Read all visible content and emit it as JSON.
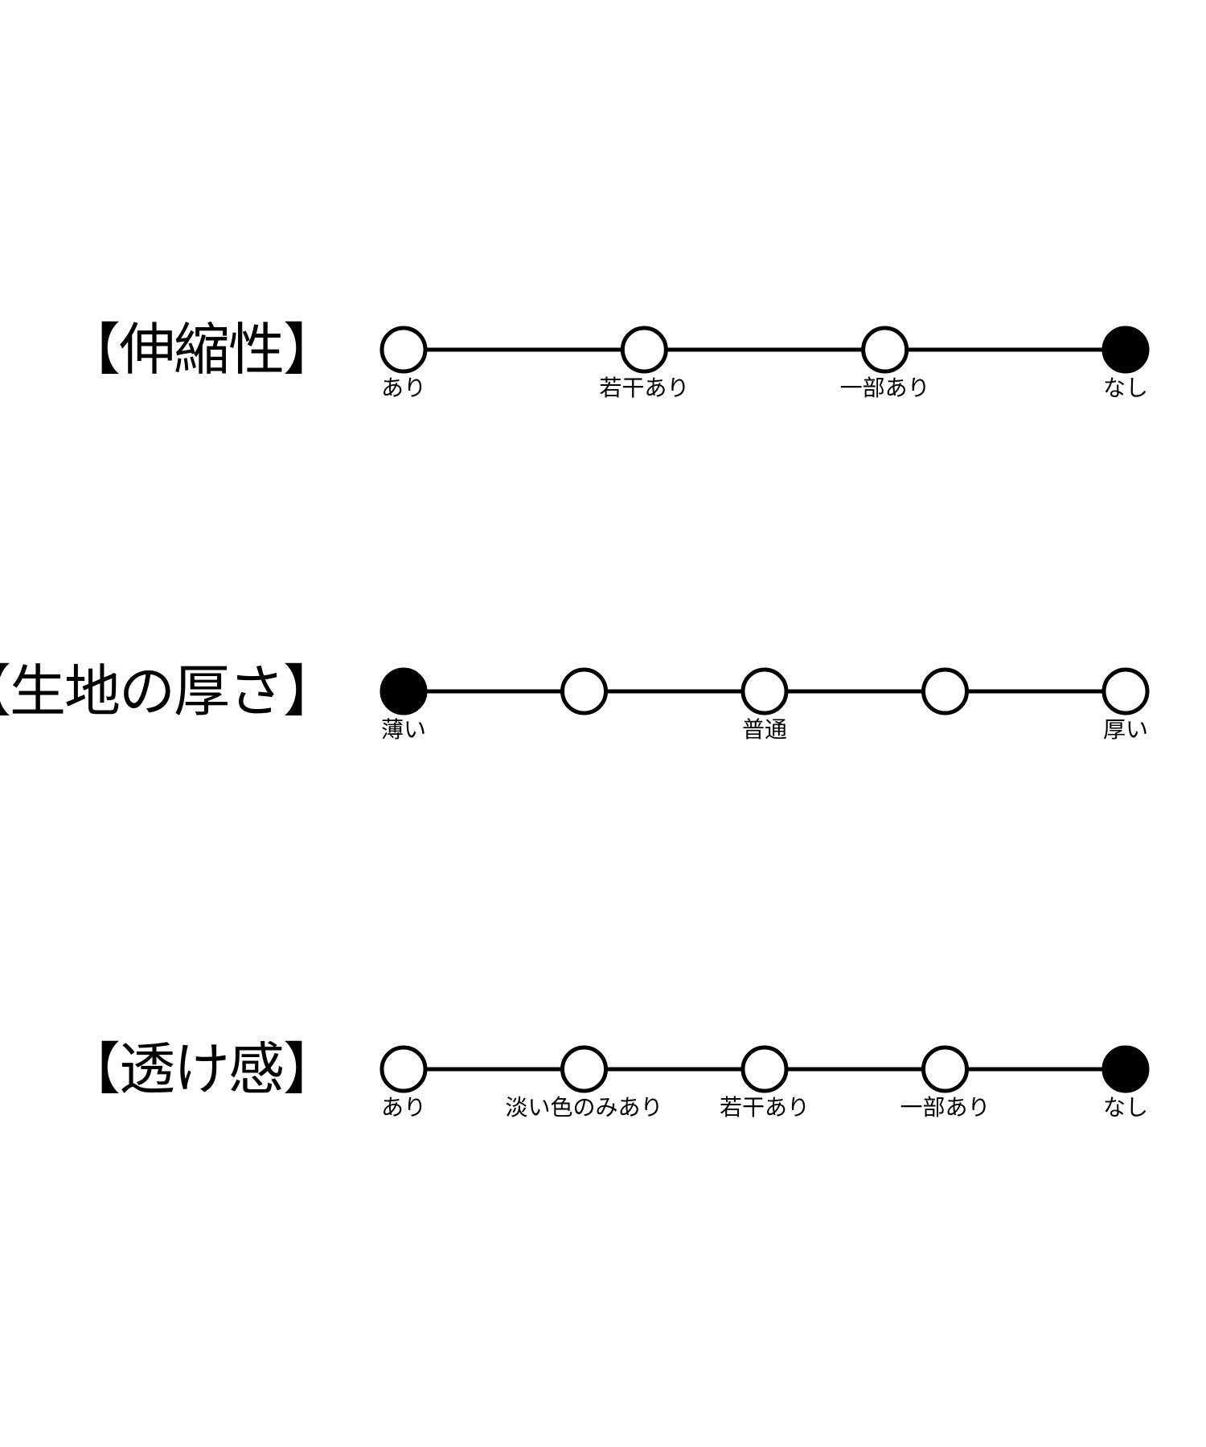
{
  "colors": {
    "line": "#000000",
    "dot_empty": "#ffffff",
    "dot_filled": "#000000"
  },
  "scales": [
    {
      "title": "【伸縮性】",
      "points": 4,
      "selected_index": 3,
      "labels": [
        "あり",
        "若干あり",
        "一部あり",
        "なし"
      ]
    },
    {
      "title": "【生地の厚さ】",
      "points": 5,
      "selected_index": 0,
      "labels": [
        "薄い",
        "",
        "普通",
        "",
        "厚い"
      ]
    },
    {
      "title": "【透け感】",
      "points": 5,
      "selected_index": 4,
      "labels": [
        "あり",
        "淡い色のみあり",
        "若干あり",
        "一部あり",
        "なし"
      ]
    }
  ]
}
